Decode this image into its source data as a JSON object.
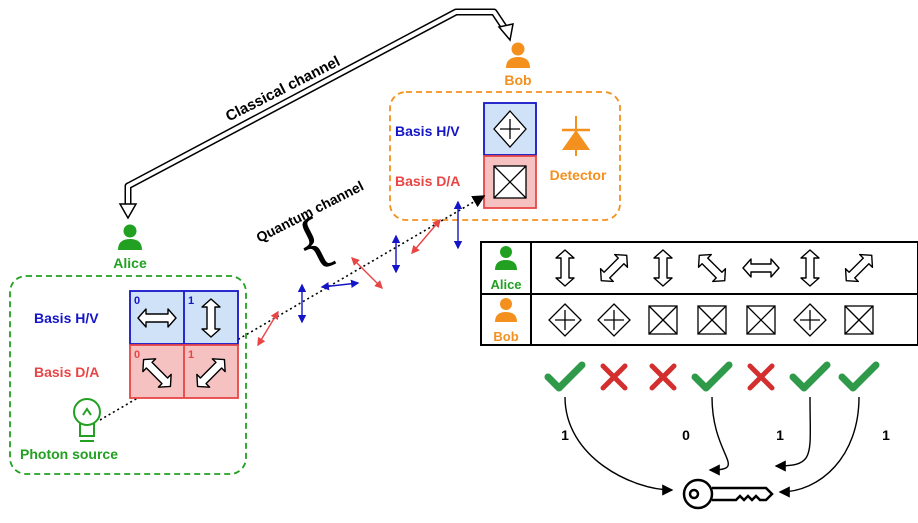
{
  "colors": {
    "alice": "#22a022",
    "bob": "#f4901e",
    "basis_hv": "#1515c8",
    "basis_da": "#e84545",
    "hv_fill": "#cfe2f7",
    "da_fill": "#f5c1c1",
    "check": "#2e9a4a",
    "cross": "#d32f2f"
  },
  "labels": {
    "alice": "Alice",
    "bob": "Bob",
    "basis_hv": "Basis H/V",
    "basis_da": "Basis D/A",
    "bit_hv_0": "0",
    "bit_hv_1": "1",
    "bit_da_0": "0",
    "bit_da_1": "1",
    "photon_source": "Photon source",
    "detector": "Detector",
    "classical_channel": "Classical channel",
    "quantum_channel": "Quantum channel"
  },
  "table": {
    "alice_label": "Alice",
    "bob_label": "Bob",
    "alice_states": [
      "vertical",
      "diagonal",
      "vertical",
      "antidiagonal",
      "horizontal",
      "vertical",
      "diagonal"
    ],
    "bob_bases": [
      "HV",
      "HV",
      "DA",
      "DA",
      "DA",
      "HV",
      "DA"
    ],
    "match": [
      true,
      false,
      false,
      true,
      false,
      true,
      true
    ]
  },
  "key": {
    "bits": [
      "1",
      "0",
      "1",
      "1"
    ],
    "icon": "key-icon"
  }
}
